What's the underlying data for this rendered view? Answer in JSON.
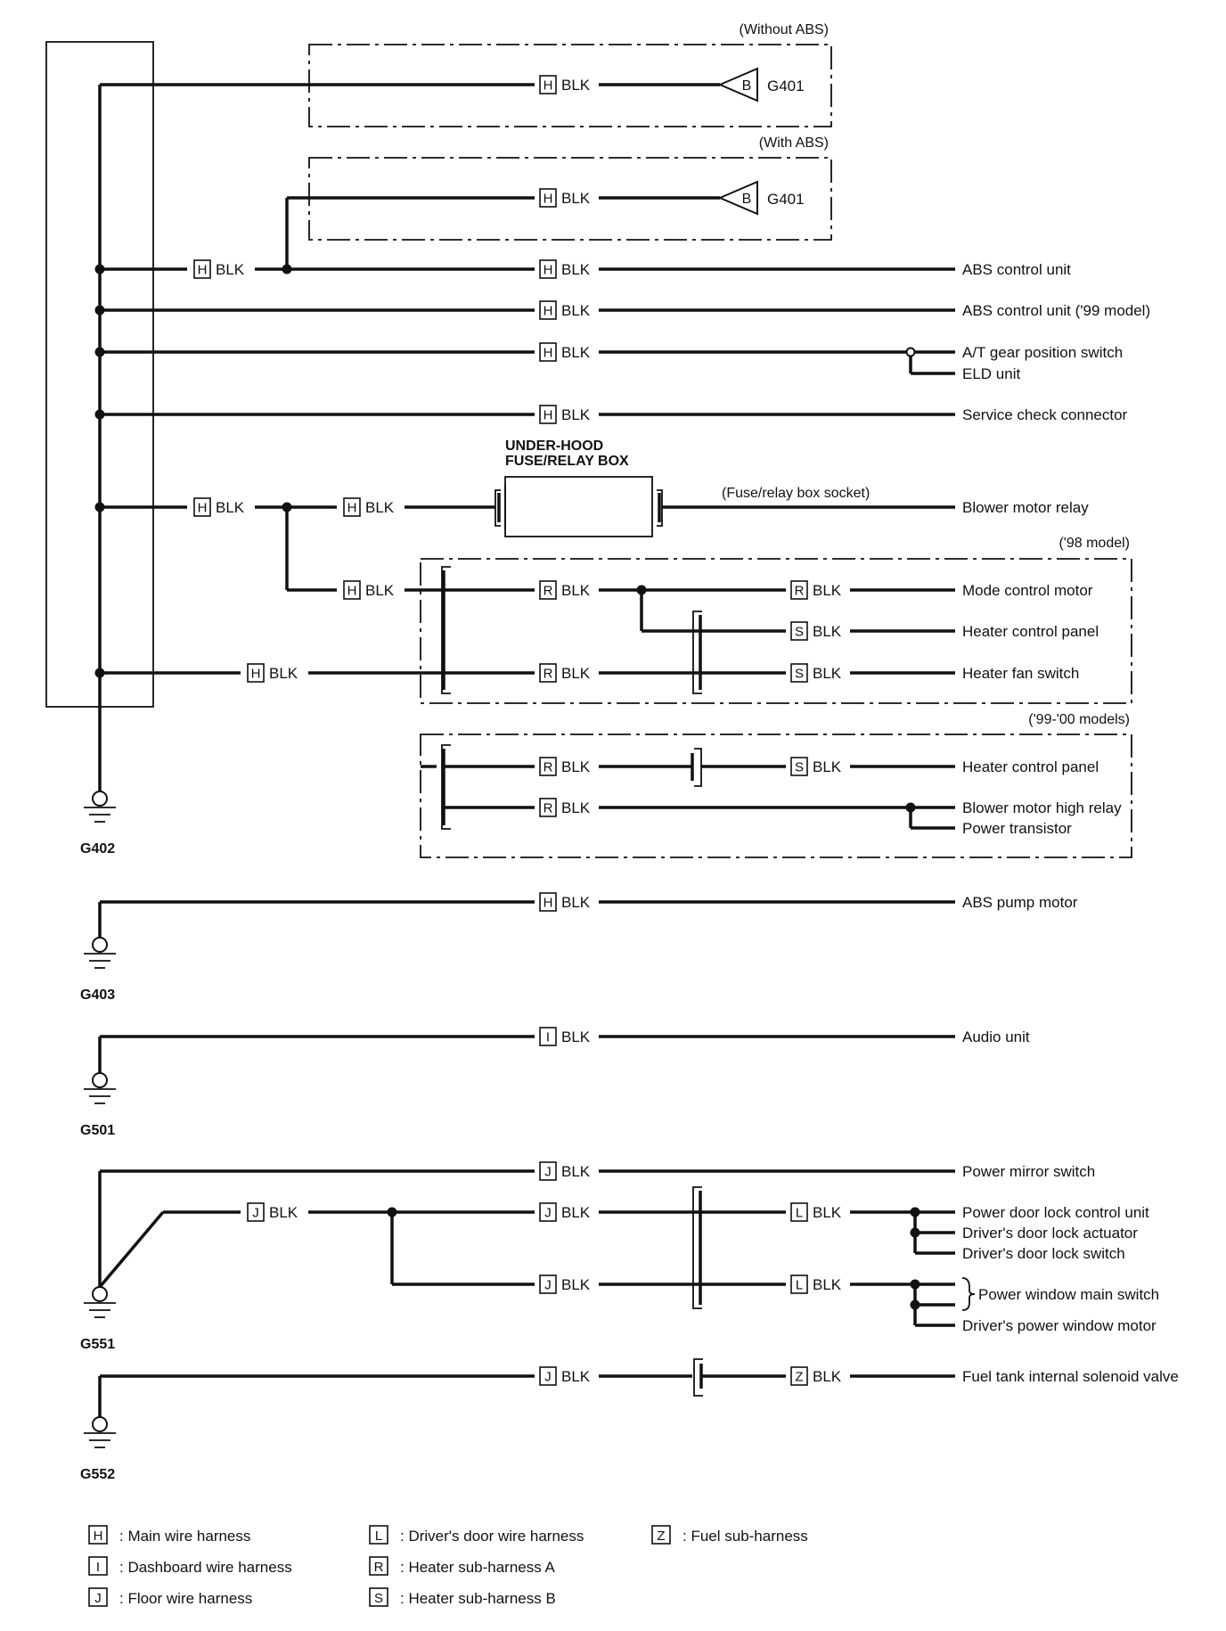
{
  "sections": {
    "without_abs": "(Without ABS)",
    "with_abs": "(With ABS)",
    "model_98": "('98 model)",
    "models_99_00": "('99-'00 models)",
    "fuse_box_title_1": "UNDER-HOOD",
    "fuse_box_title_2": "FUSE/RELAY BOX",
    "fuse_box_socket": "(Fuse/relay box socket)"
  },
  "wire_color": "BLK",
  "grounds": {
    "g401_a": "G401",
    "g401_b": "G401",
    "g402": "G402",
    "g403": "G403",
    "g501": "G501",
    "g551": "G551",
    "g552": "G552",
    "ground_symbol_letter": "B"
  },
  "destinations": {
    "abs_control_unit": "ABS control unit",
    "abs_control_unit_99": "ABS control unit ('99 model)",
    "at_gear_position_switch": "A/T gear position switch",
    "eld_unit": "ELD unit",
    "service_check_connector": "Service check connector",
    "blower_motor_relay": "Blower motor relay",
    "mode_control_motor": "Mode control motor",
    "heater_control_panel_98": "Heater control  panel",
    "heater_fan_switch": "Heater fan switch",
    "heater_control_panel_99": "Heater control  panel",
    "blower_motor_high_relay": "Blower motor high relay",
    "power_transistor": "Power transistor",
    "abs_pump_motor": "ABS pump motor",
    "audio_unit": "Audio unit",
    "power_mirror_switch": "Power mirror switch",
    "power_door_lock_control_unit": "Power door lock control unit",
    "drivers_door_lock_actuator": "Driver's door lock actuator",
    "drivers_door_lock_switch": "Driver's door lock switch",
    "power_window_main_switch": "Power window main switch",
    "drivers_power_window_motor": "Driver's power window motor",
    "fuel_tank_internal_solenoid_valve": "Fuel tank internal solenoid valve"
  },
  "legend": [
    {
      "code": "H",
      "text": ": Main wire harness"
    },
    {
      "code": "I",
      "text": ": Dashboard wire harness"
    },
    {
      "code": "J",
      "text": ": Floor wire harness"
    },
    {
      "code": "L",
      "text": ": Driver's door wire harness"
    },
    {
      "code": "R",
      "text": ": Heater sub-harness A"
    },
    {
      "code": "S",
      "text": ": Heater sub-harness B"
    },
    {
      "code": "Z",
      "text": ": Fuel sub-harness"
    }
  ]
}
